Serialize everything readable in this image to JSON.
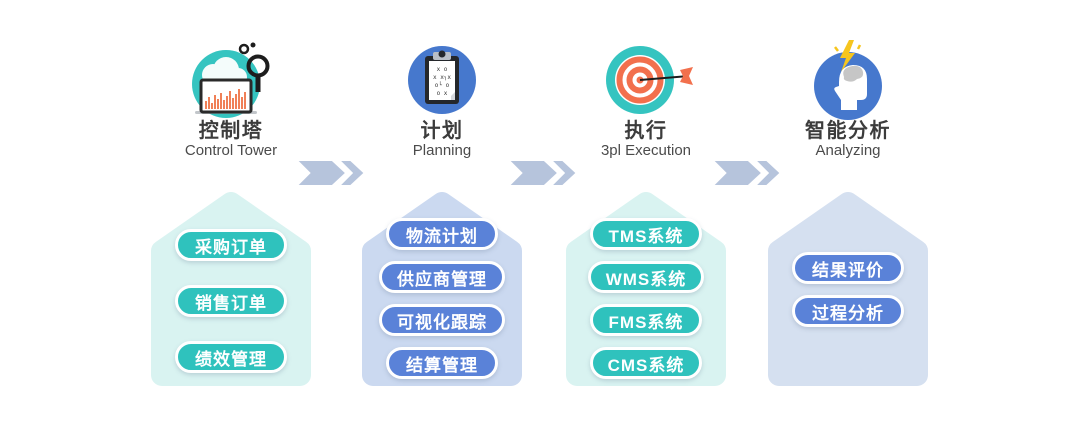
{
  "diagram": {
    "background": "#ffffff",
    "arrow_color": "#b6c4dc",
    "palette": {
      "teal": "#35c4c0",
      "teal_pill": "#2fc2bd",
      "teal_panel": "#d9f3f1",
      "blue": "#4678cd",
      "blue_pill": "#5a82d8",
      "blue_panel": "#cbd9f0",
      "blue_panel_light": "#d5e0f0",
      "orange_accent": "#f2704d",
      "yellow_accent": "#f6c51e",
      "title_text": "#3c3c3c",
      "pill_text": "#ffffff"
    }
  },
  "stages": [
    {
      "id": "control-tower",
      "title_cn": "控制塔",
      "title_en": "Control Tower",
      "icon": "monitor-chart-magnifier-icon",
      "theme": {
        "circle": "#35c4c0",
        "panel": "#d9f3f1",
        "pill_bg": "#2fc2bd",
        "pill_text": "#ffffff"
      },
      "items": [
        "采购订单",
        "销售订单",
        "绩效管理"
      ]
    },
    {
      "id": "planning",
      "title_cn": "计划",
      "title_en": "Planning",
      "icon": "clipboard-strategy-icon",
      "theme": {
        "circle": "#4678cd",
        "panel": "#cbd9f0",
        "pill_bg": "#5a82d8",
        "pill_text": "#ffffff"
      },
      "items": [
        "物流计划",
        "供应商管理",
        "可视化跟踪",
        "结算管理"
      ]
    },
    {
      "id": "execution",
      "title_cn": "执行",
      "title_en": "3pl Execution",
      "icon": "target-arrow-icon",
      "theme": {
        "circle": "#35c4c0",
        "panel": "#d9f3f1",
        "pill_bg": "#2fc2bd",
        "pill_text": "#ffffff"
      },
      "items": [
        "TMS系统",
        "WMS系统",
        "FMS系统",
        "CMS系统"
      ]
    },
    {
      "id": "analyzing",
      "title_cn": "智能分析",
      "title_en": "Analyzing",
      "icon": "head-brain-lightning-icon",
      "theme": {
        "circle": "#4678cd",
        "panel": "#d5e0f0",
        "pill_bg": "#5a82d8",
        "pill_text": "#ffffff"
      },
      "items": [
        "结果评价",
        "过程分析"
      ]
    }
  ]
}
